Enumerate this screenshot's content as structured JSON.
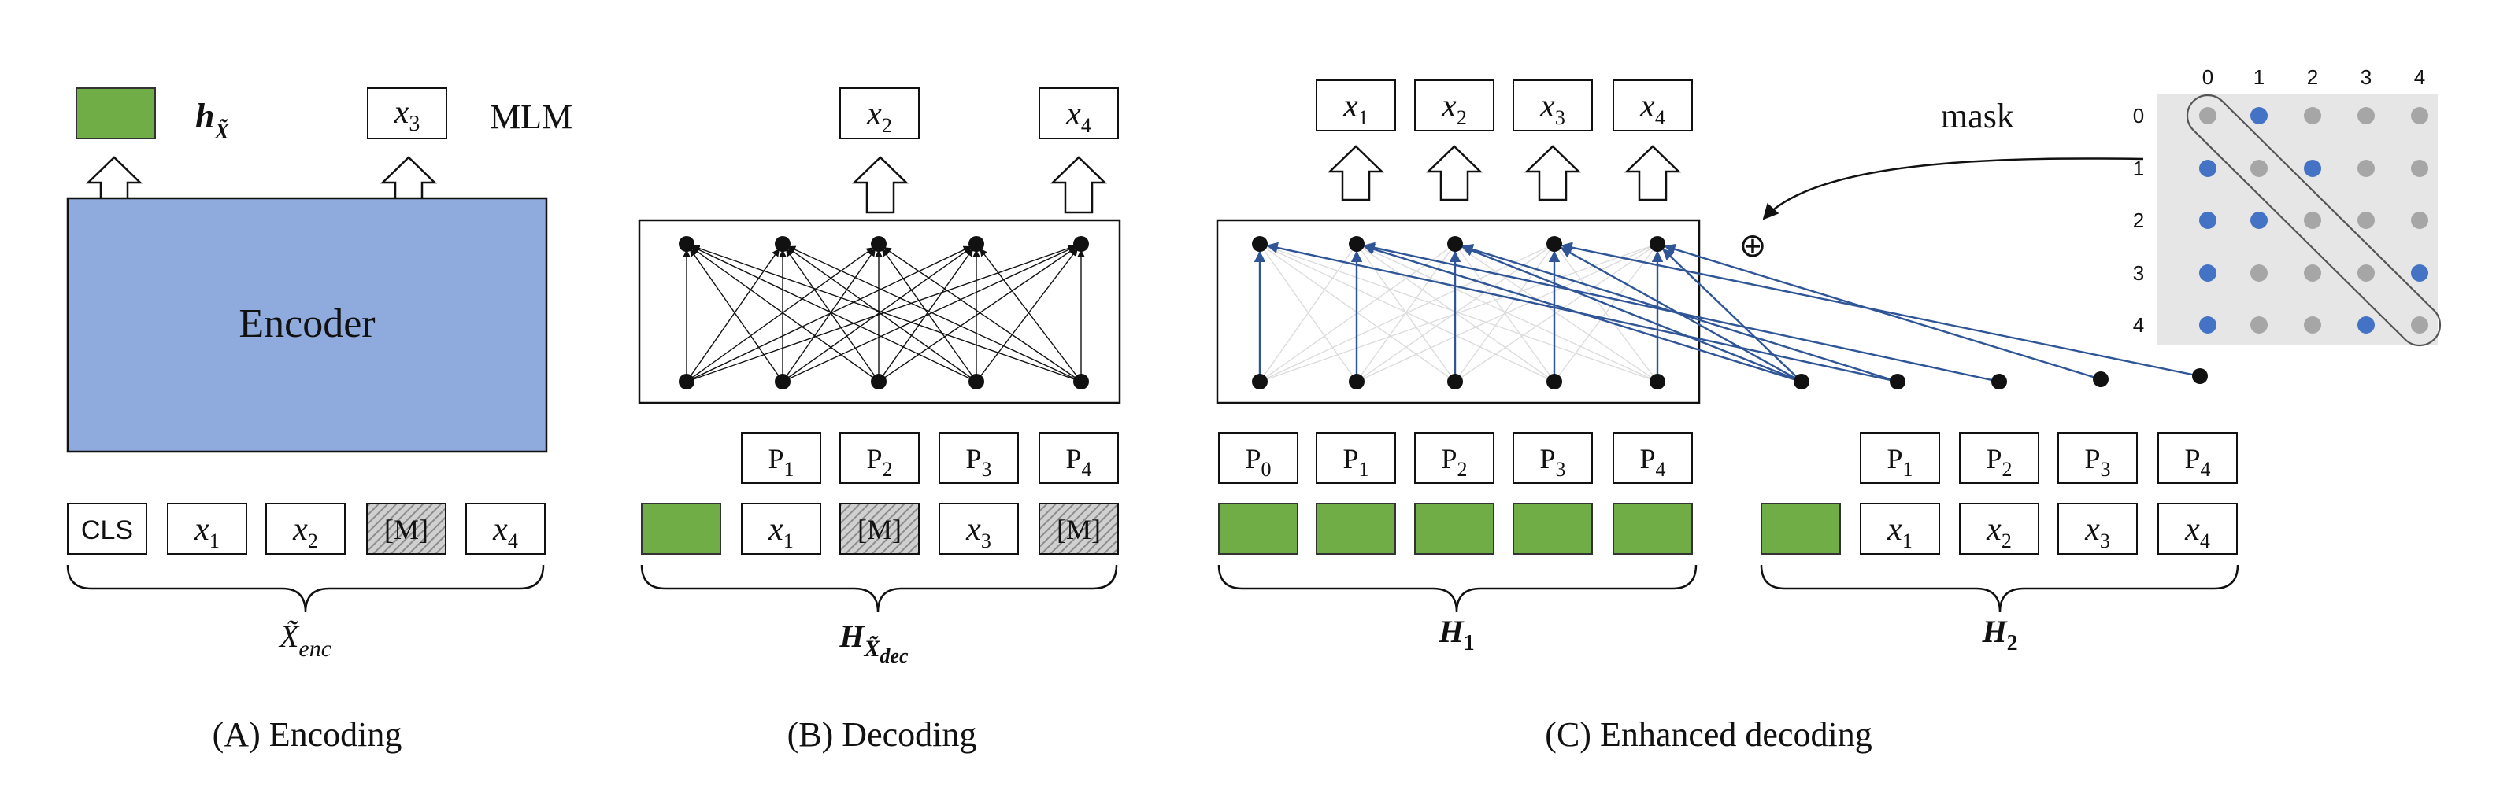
{
  "colors": {
    "green": "#70ad47",
    "encoder_blue": "#8faadc",
    "arrow_blue": "#2f5597",
    "dot_blue": "#4472c4",
    "dot_gray": "#a6a6a6",
    "matrix_bg": "#e6e6e6"
  },
  "panelA": {
    "h_symbol": "h",
    "h_sub": "X̃",
    "x3": "x",
    "x3_sub": "3",
    "mlm": "MLM",
    "encoder": "Encoder",
    "tokens": [
      {
        "t": "CLS",
        "s": ""
      },
      {
        "t": "x",
        "s": "1"
      },
      {
        "t": "x",
        "s": "2"
      },
      {
        "t": "[M]",
        "s": ""
      },
      {
        "t": "x",
        "s": "4"
      }
    ],
    "brace_main": "X̃",
    "brace_sub": "enc",
    "caption": "(A) Encoding"
  },
  "panelB": {
    "outputs": [
      {
        "t": "x",
        "s": "2"
      },
      {
        "t": "x",
        "s": "4"
      }
    ],
    "positions": [
      {
        "t": "P",
        "s": "1"
      },
      {
        "t": "P",
        "s": "2"
      },
      {
        "t": "P",
        "s": "3"
      },
      {
        "t": "P",
        "s": "4"
      }
    ],
    "tokens": [
      {
        "t": "x",
        "s": "1"
      },
      {
        "t": "[M]",
        "s": ""
      },
      {
        "t": "x",
        "s": "3"
      },
      {
        "t": "[M]",
        "s": ""
      }
    ],
    "brace_main": "H",
    "brace_sub": "X̃",
    "brace_subsub": "dec",
    "caption": "(B) Decoding"
  },
  "panelC": {
    "outputs": [
      {
        "t": "x",
        "s": "1"
      },
      {
        "t": "x",
        "s": "2"
      },
      {
        "t": "x",
        "s": "3"
      },
      {
        "t": "x",
        "s": "4"
      }
    ],
    "positions1": [
      {
        "t": "P",
        "s": "0"
      },
      {
        "t": "P",
        "s": "1"
      },
      {
        "t": "P",
        "s": "2"
      },
      {
        "t": "P",
        "s": "3"
      },
      {
        "t": "P",
        "s": "4"
      }
    ],
    "positions2": [
      {
        "t": "P",
        "s": "1"
      },
      {
        "t": "P",
        "s": "2"
      },
      {
        "t": "P",
        "s": "3"
      },
      {
        "t": "P",
        "s": "4"
      }
    ],
    "tokens2": [
      {
        "t": "x",
        "s": "1"
      },
      {
        "t": "x",
        "s": "2"
      },
      {
        "t": "x",
        "s": "3"
      },
      {
        "t": "x",
        "s": "4"
      }
    ],
    "h1_main": "H",
    "h1_sub": "1",
    "h2_main": "H",
    "h2_sub": "2",
    "mask_label": "mask",
    "oplus": "⊕",
    "caption": "(C) Enhanced decoding"
  },
  "mask_matrix": {
    "col_labels": [
      "0",
      "1",
      "2",
      "3",
      "4"
    ],
    "row_labels": [
      "0",
      "1",
      "2",
      "3",
      "4"
    ],
    "blue_cells": [
      [
        0,
        1
      ],
      [
        1,
        0
      ],
      [
        1,
        2
      ],
      [
        2,
        0
      ],
      [
        2,
        1
      ],
      [
        3,
        0
      ],
      [
        3,
        4
      ],
      [
        4,
        0
      ],
      [
        4,
        3
      ]
    ]
  }
}
